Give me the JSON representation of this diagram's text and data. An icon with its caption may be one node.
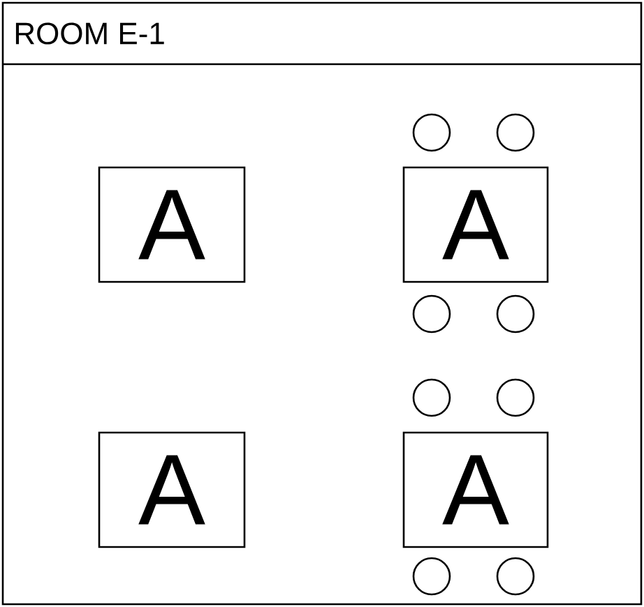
{
  "diagram": {
    "nodes": [
      {
        "text": [
          "ROOM E-1"
        ]
      },
      {
        "text": [],
        "shape": "circle",
        "in": 0
      },
      {
        "text": [],
        "shape": "circle",
        "in": 0
      },
      {
        "text": [
          "A"
        ],
        "in": 0
      },
      {
        "text": [
          "A"
        ],
        "in": 0
      },
      {
        "text": [],
        "shape": "circle",
        "in": 0
      },
      {
        "text": [],
        "shape": "circle",
        "in": 0
      },
      {
        "text": [],
        "shape": "circle",
        "in": 0
      },
      {
        "text": [],
        "shape": "circle",
        "in": 0
      },
      {
        "text": [
          "A"
        ],
        "in": 0
      },
      {
        "text": [
          "A"
        ],
        "in": 0
      },
      {
        "text": [],
        "shape": "circle",
        "in": 0
      },
      {
        "text": [],
        "shape": "circle",
        "in": 0
      }
    ]
  }
}
